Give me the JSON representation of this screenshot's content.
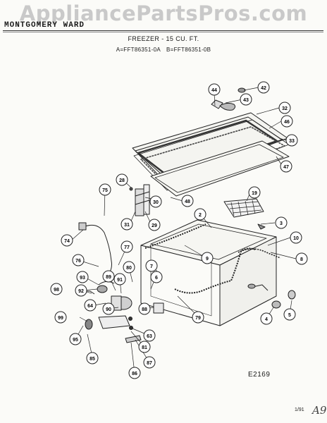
{
  "header": {
    "watermark": "AppliancePartsPros.com",
    "brand": "MONTGOMERY WARD",
    "title": "FREEZER - 15 CU. FT.",
    "models": "A=FFT86351-0A   B=FFT86351-0B"
  },
  "callouts": [
    "44",
    "43",
    "42",
    "32",
    "46",
    "33",
    "47",
    "19",
    "3",
    "10",
    "8",
    "2",
    "9",
    "28",
    "75",
    "30",
    "48",
    "31",
    "29",
    "74",
    "77",
    "76",
    "93",
    "80",
    "7",
    "6",
    "89",
    "91",
    "98",
    "92",
    "64",
    "90",
    "99",
    "88",
    "79",
    "95",
    "85",
    "63",
    "81",
    "87",
    "86",
    "4",
    "5"
  ],
  "footer": {
    "diagram_code": "E2169",
    "page_number": "1/91",
    "handwritten_mark": "A9"
  }
}
